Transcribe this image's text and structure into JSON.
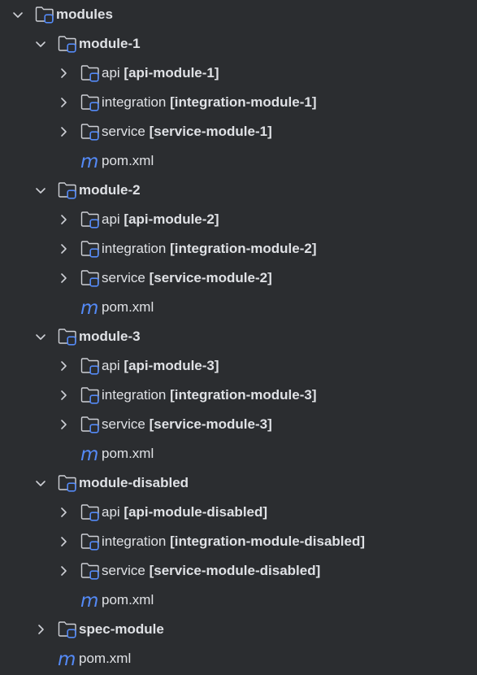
{
  "tree": {
    "root": {
      "label": "modules",
      "expanded": true
    },
    "modules": [
      {
        "label": "module-1",
        "expanded": true,
        "children": [
          {
            "label": "api",
            "tag": "[api-module-1]"
          },
          {
            "label": "integration",
            "tag": "[integration-module-1]"
          },
          {
            "label": "service",
            "tag": "[service-module-1]"
          }
        ],
        "pom": "pom.xml"
      },
      {
        "label": "module-2",
        "expanded": true,
        "children": [
          {
            "label": "api",
            "tag": "[api-module-2]"
          },
          {
            "label": "integration",
            "tag": "[integration-module-2]"
          },
          {
            "label": "service",
            "tag": "[service-module-2]"
          }
        ],
        "pom": "pom.xml"
      },
      {
        "label": "module-3",
        "expanded": true,
        "children": [
          {
            "label": "api",
            "tag": "[api-module-3]"
          },
          {
            "label": "integration",
            "tag": "[integration-module-3]"
          },
          {
            "label": "service",
            "tag": "[service-module-3]"
          }
        ],
        "pom": "pom.xml"
      },
      {
        "label": "module-disabled",
        "expanded": true,
        "children": [
          {
            "label": "api",
            "tag": "[api-module-disabled]"
          },
          {
            "label": "integration",
            "tag": "[integration-module-disabled]"
          },
          {
            "label": "service",
            "tag": "[service-module-disabled]"
          }
        ],
        "pom": "pom.xml"
      },
      {
        "label": "spec-module",
        "expanded": false,
        "children": [],
        "pom": null
      }
    ],
    "root_pom": "pom.xml"
  },
  "icons": {
    "chevron_expanded": "chevron-down-icon",
    "chevron_collapsed": "chevron-right-icon",
    "module_folder": "module-folder-icon",
    "maven_file": "maven-pom-icon"
  },
  "colors": {
    "background": "#2b2d30",
    "text": "#dfe1e5",
    "folder_outline": "#ced0d6",
    "module_badge": "#548af7",
    "maven_m": "#548af7",
    "chevron": "#ced0d6"
  }
}
